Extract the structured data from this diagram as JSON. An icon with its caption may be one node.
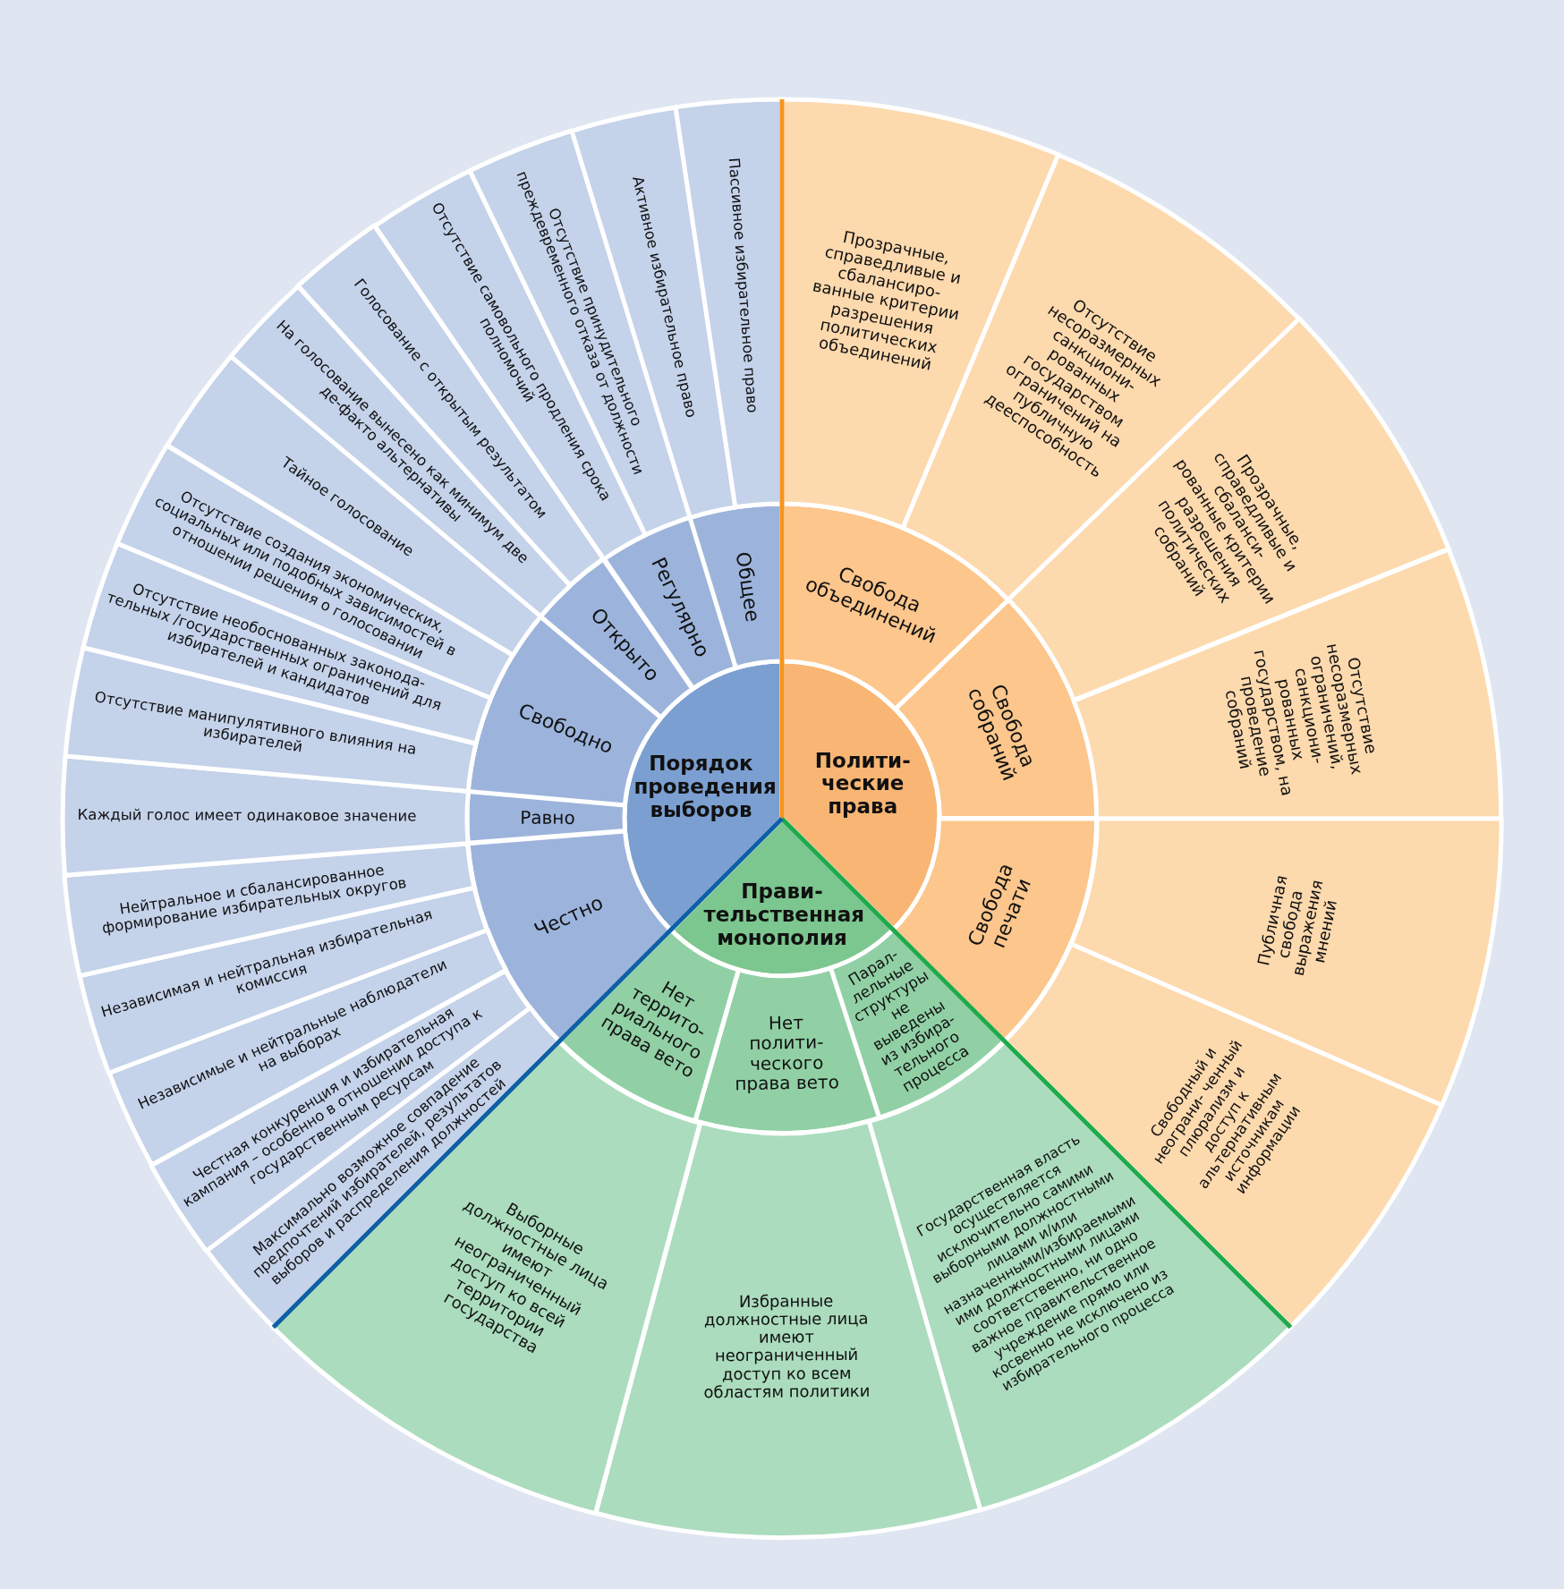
{
  "diagram": {
    "nodes": [
      {
        "text": [
          "Порядок проведения выборов"
        ]
      },
      {
        "text": [
          "Полити- ческие права"
        ]
      },
      {
        "text": [
          "Прави- тельственная монополия"
        ]
      },
      {
        "text": [
          "Свобода объединений"
        ]
      },
      {
        "text": [
          "Свобода собраний"
        ]
      },
      {
        "text": [
          "Свобода печати"
        ]
      },
      {
        "text": [
          "Парал- лельные структуры не выведены из избира- тельного процесса"
        ]
      },
      {
        "text": [
          "Нет полити- ческого права вето"
        ]
      },
      {
        "text": [
          "Нет террито- риального права вето"
        ]
      },
      {
        "text": [
          "Честно"
        ]
      },
      {
        "text": [
          "Равно"
        ]
      },
      {
        "text": [
          "Свободно"
        ]
      },
      {
        "text": [
          "Открыто"
        ]
      },
      {
        "text": [
          "Регулярно"
        ]
      },
      {
        "text": [
          "Общее"
        ]
      },
      {
        "text": [
          "Прозрачные, справедливые и сбалансиро- ванные критерии разрешения политических объединений"
        ]
      },
      {
        "text": [
          "Отсутствие несоразмерных санкциони- рованных государством ограничений на публичную дееспособность"
        ]
      },
      {
        "text": [
          "Прозрачные, справедливые и сбаланси- рованные критерии разрешения политических собраний"
        ]
      },
      {
        "text": [
          "Отсутствие несоразмерных ограничений, санкциони- рованных государством, на проведение собраний"
        ]
      },
      {
        "text": [
          "Публичная свобода выражения мнений"
        ]
      },
      {
        "text": [
          "Свободный и неограни- ченный плюрализм и доступ к альтернативным источникам информации"
        ]
      },
      {
        "text": [
          "Государственная власть осуществляется исключительно самими выборными должностными лицами и/или назначенными/избираемыми ими должностными лицами соответственно, ни одно важное правительственное учреждение прямо или косвенно не исключено из избирательного процесса"
        ]
      },
      {
        "text": [
          "Избранные должностные лица имеют неограниченный доступ ко всем областям политики"
        ]
      },
      {
        "text": [
          "Выборные должностные лица имеют неограниченный доступ ко всей территории государства"
        ]
      },
      {
        "text": [
          "Максимально возможное совпадение предпочтений избирателей, результатов выборов и распределения должностей"
        ]
      },
      {
        "text": [
          "Честная конкуренция и избирательная кампания – особенно в отношении доступа к государственным ресурсам"
        ]
      },
      {
        "text": [
          "Независимые и нейтральные наблюдатели на выборах"
        ]
      },
      {
        "text": [
          "Независимая и нейтральная избирательная комиссия"
        ]
      },
      {
        "text": [
          "Нейтральное и сбалансированное формирование избирательных округов"
        ]
      },
      {
        "text": [
          "Каждый голос имеет одинаковое значение"
        ]
      },
      {
        "text": [
          "Отсутствие манипулятивного влияния на избирателей"
        ]
      },
      {
        "text": [
          "Отсутствие необоснованных законода- тельных /государственных ограничений для избирателей и кандидатов"
        ]
      },
      {
        "text": [
          "Отсутствие создания экономических, социальных или подобных зависимостей в отношении решения о голосовании"
        ]
      },
      {
        "text": [
          "Тайное голосование"
        ]
      },
      {
        "text": [
          "На голосование вынесено как минимум две де-факто альтернативы"
        ]
      },
      {
        "text": [
          "Голосование с открытым результатом"
        ]
      },
      {
        "text": [
          "Отсутствие самовольного продления срока полномочий"
        ]
      },
      {
        "text": [
          "Отсутствие принудительного преждевременного отказа от должности"
        ]
      },
      {
        "text": [
          "Активное избирательное право"
        ]
      },
      {
        "text": [
          "Пассивное избирательное право"
        ]
      }
    ]
  }
}
